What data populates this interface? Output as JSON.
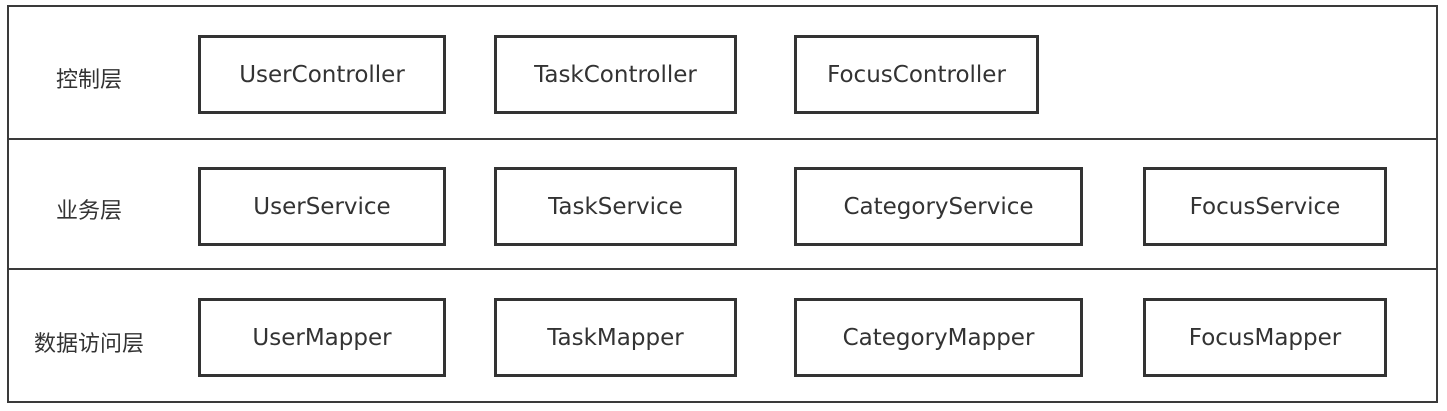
{
  "layers": [
    {
      "label": "控制层",
      "components": [
        "UserController",
        "TaskController",
        "FocusController"
      ]
    },
    {
      "label": "业务层",
      "components": [
        "UserService",
        "TaskService",
        "CategoryService",
        "FocusService"
      ]
    },
    {
      "label": "数据访问层",
      "components": [
        "UserMapper",
        "TaskMapper",
        "CategoryMapper",
        "FocusMapper"
      ]
    }
  ]
}
